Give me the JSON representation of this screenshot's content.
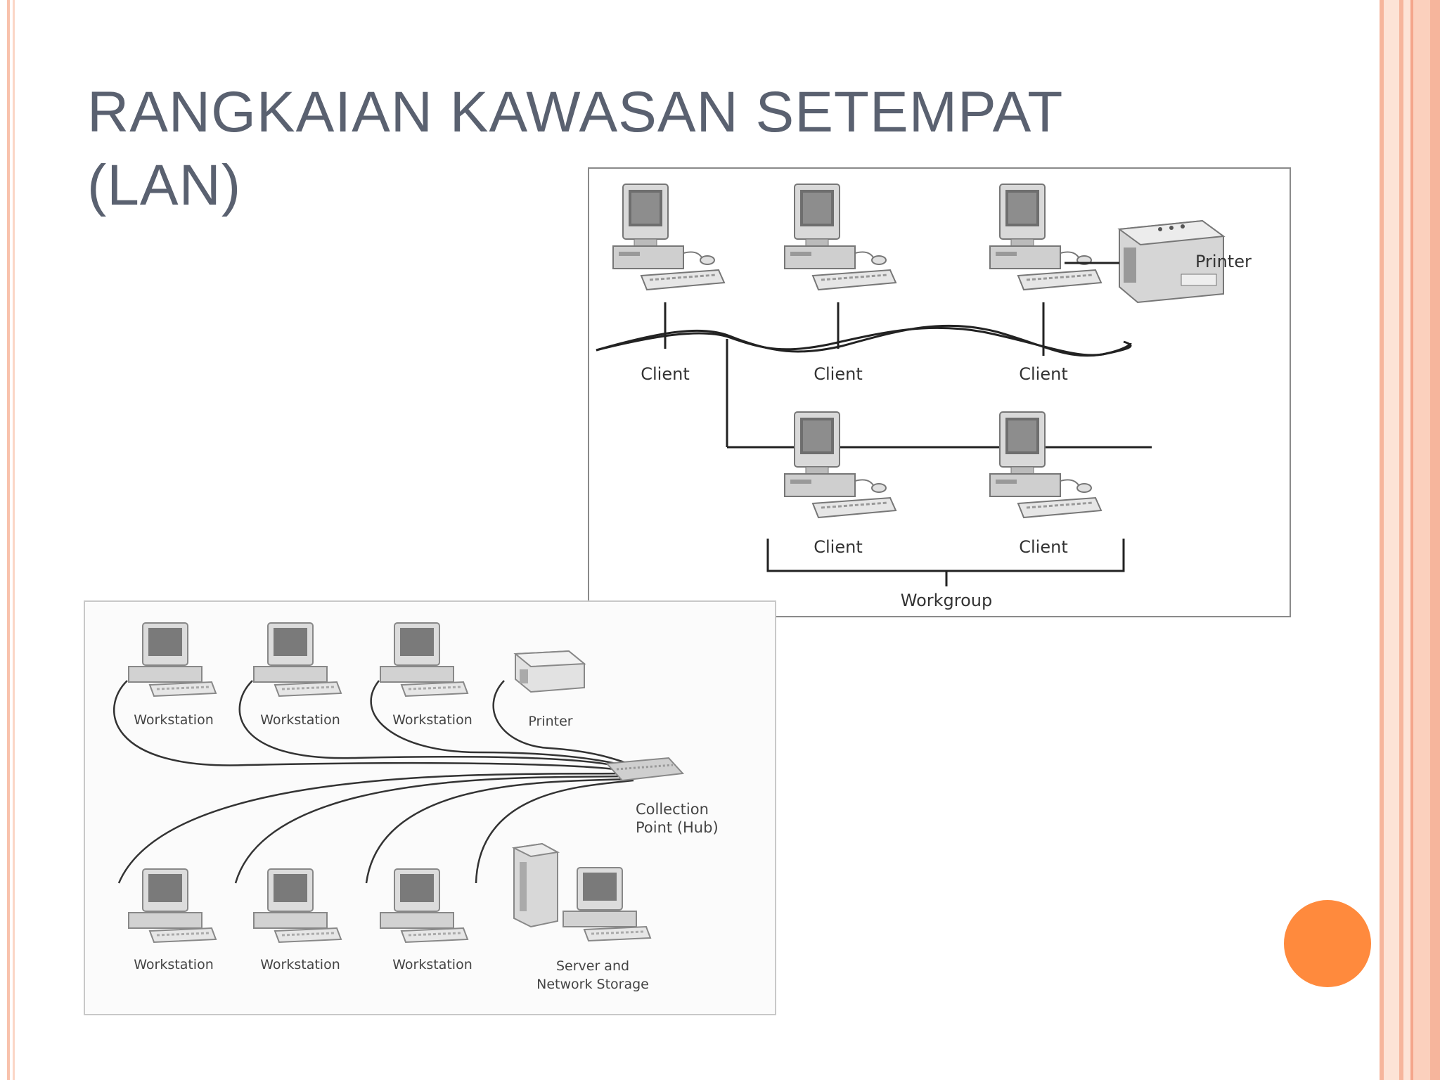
{
  "slide": {
    "title_line1": "RANGKAIAN KAWASAN SETEMPAT",
    "title_line2": "(LAN)"
  },
  "workgroup_diagram": {
    "top_clients": [
      "Client",
      "Client",
      "Client"
    ],
    "printer_label": "Printer",
    "workgroup_clients": [
      "Client",
      "Client"
    ],
    "workgroup_label": "Workgroup"
  },
  "hub_diagram": {
    "top_row": [
      "Workstation",
      "Workstation",
      "Workstation",
      "Printer"
    ],
    "hub_label_line1": "Collection",
    "hub_label_line2": "Point (Hub)",
    "bottom_row": [
      "Workstation",
      "Workstation",
      "Workstation"
    ],
    "server_label_line1": "Server and",
    "server_label_line2": "Network Storage"
  },
  "colors": {
    "title": "#5a6170",
    "accent": "#ff8a3d",
    "stripe_light": "#fbd6c6",
    "stripe_dark": "#f4a58a"
  }
}
